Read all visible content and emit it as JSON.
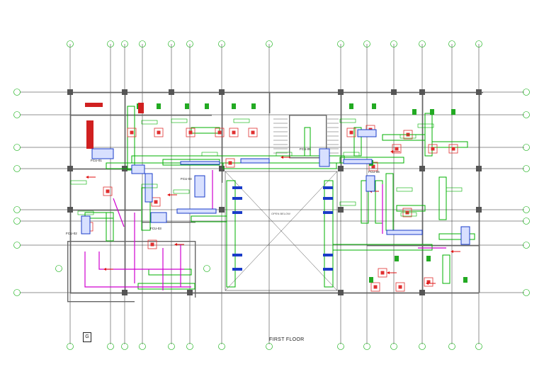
{
  "drawing": {
    "title": "FIRST FLOOR",
    "open_below_label": "OPEN BELOW",
    "sheet_mark": "G",
    "colors": {
      "wall": "#666666",
      "column": "#555555",
      "duct_supply": "#00b000",
      "duct_return": "#d000d0",
      "diffuser": "#e03030",
      "equipment": "#1a3cc8",
      "gridline": "#222222",
      "grid_bubble": "#00aa00",
      "note": "#2040ff"
    },
    "ahu_tags": [
      "FCU-01",
      "FCU-02",
      "FCU-03",
      "FCU-04",
      "FCU-05",
      "FCU-06"
    ]
  }
}
